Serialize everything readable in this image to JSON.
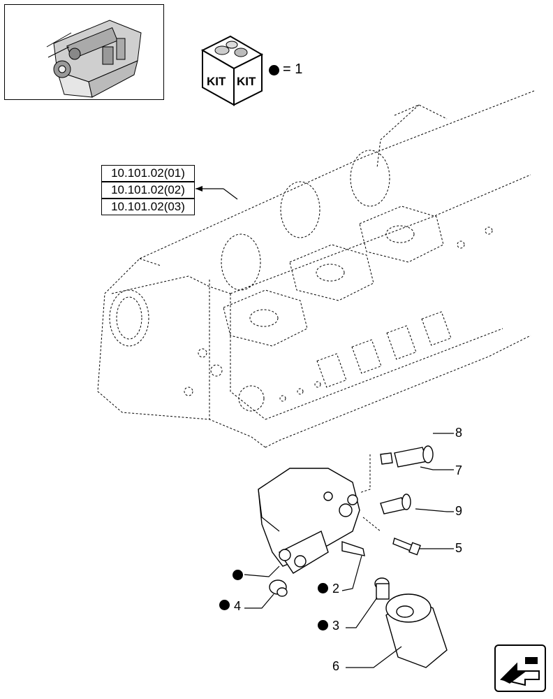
{
  "legend": {
    "kit_text_left": "KIT",
    "kit_text_right": "KIT",
    "kit_equals": "= 1"
  },
  "references": [
    "10.101.02(01)",
    "10.101.02(02)",
    "10.101.02(03)"
  ],
  "callouts": {
    "c8": "8",
    "c7": "7",
    "c9": "9",
    "c5": "5",
    "c2": "2",
    "c4": "4",
    "c3": "3",
    "c6": "6"
  },
  "icons": {
    "thumbnail": "engine-thumbnail-icon",
    "kit": "kit-box-icon",
    "navigate": "navigate-arrow-icon"
  }
}
